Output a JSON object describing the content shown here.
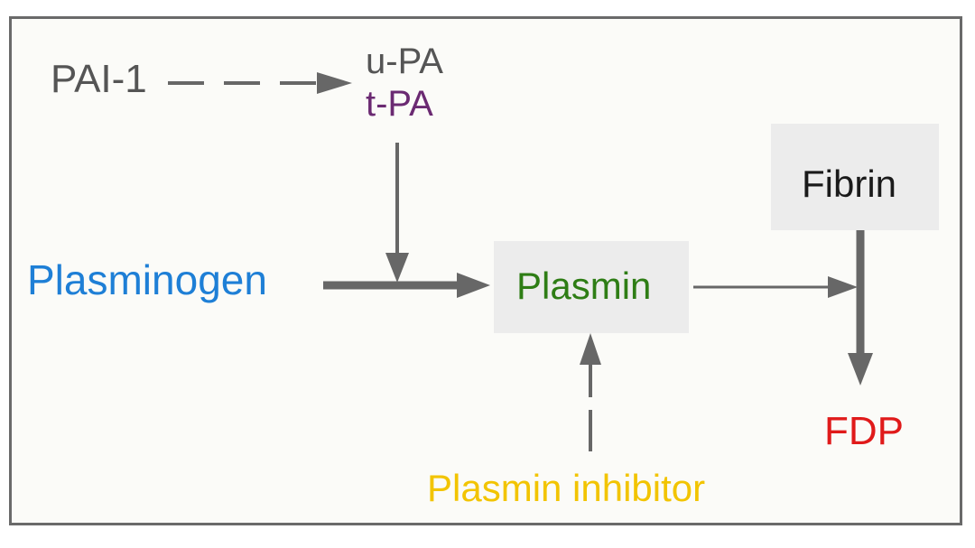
{
  "nodes": {
    "pai1": {
      "label": "PAI-1"
    },
    "upa": {
      "label": "u-PA"
    },
    "tpa": {
      "label": "t-PA"
    },
    "plasminogen": {
      "label": "Plasminogen"
    },
    "plasmin": {
      "label": "Plasmin"
    },
    "fibrin": {
      "label": "Fibrin"
    },
    "fdp": {
      "label": "FDP"
    },
    "plasmin_inhibitor": {
      "label": "Plasmin inhibitor"
    }
  },
  "colors": {
    "pai1": "#555555",
    "upa": "#555555",
    "tpa": "#6b2a72",
    "plasminogen": "#1e7fd6",
    "plasmin": "#2e7d15",
    "fibrin": "#1a1a1a",
    "fdp": "#e01a1a",
    "plasmin_inhibitor": "#f2c400",
    "arrow": "#676767"
  },
  "edges": [
    {
      "from": "pai1",
      "to": "upa_tpa",
      "style": "dashed"
    },
    {
      "from": "upa_tpa",
      "to": "plasminogen_conversion",
      "style": "solid"
    },
    {
      "from": "plasminogen",
      "to": "plasmin",
      "style": "solid"
    },
    {
      "from": "plasmin",
      "to": "fibrin_degradation",
      "style": "solid"
    },
    {
      "from": "fibrin",
      "to": "fdp",
      "style": "solid"
    },
    {
      "from": "plasmin_inhibitor",
      "to": "plasmin",
      "style": "dashed"
    }
  ]
}
